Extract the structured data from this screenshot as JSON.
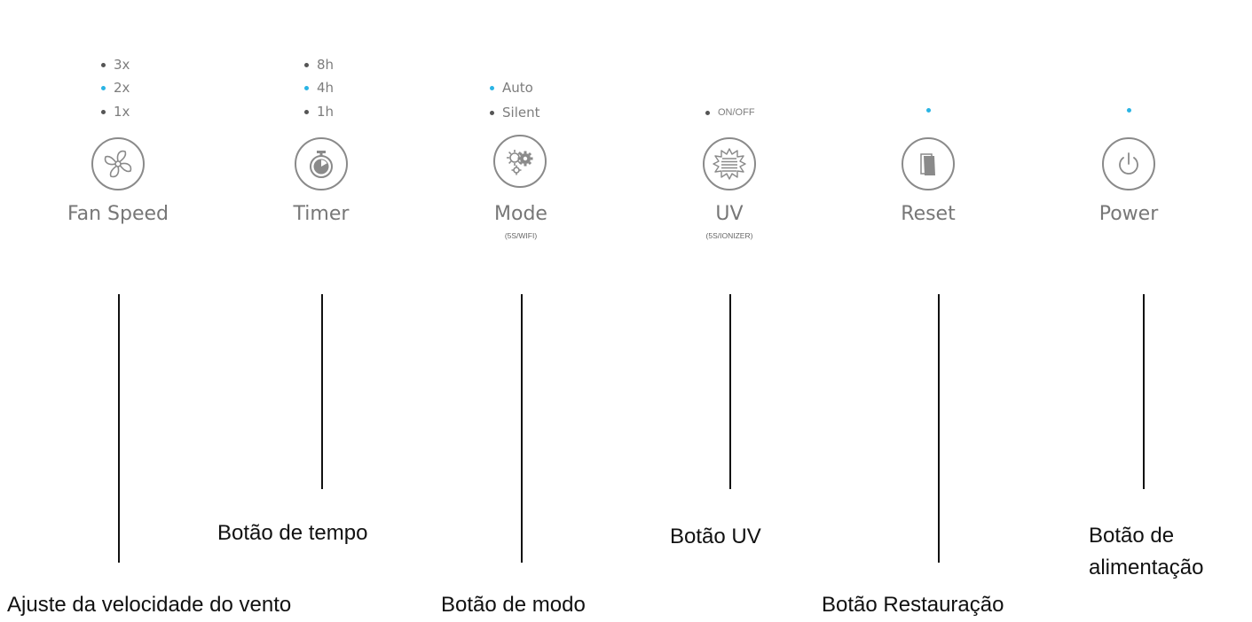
{
  "colors": {
    "active_indicator": "#2ab4e4",
    "inactive_indicator": "#555555",
    "button_outline": "#8a8a8a"
  },
  "fan_speed": {
    "label": "Fan Speed",
    "icon": "fan-icon",
    "indicators": [
      {
        "text": "3x",
        "active": false
      },
      {
        "text": "2x",
        "active": true
      },
      {
        "text": "1x",
        "active": false
      }
    ]
  },
  "timer": {
    "label": "Timer",
    "icon": "stopwatch-icon",
    "indicators": [
      {
        "text": "8h",
        "active": false
      },
      {
        "text": "4h",
        "active": true
      },
      {
        "text": "1h",
        "active": false
      }
    ]
  },
  "mode": {
    "label": "Mode",
    "sublabel": "(5S/WIFI)",
    "icon": "gears-icon",
    "indicators": [
      {
        "text": "Auto",
        "active": true
      },
      {
        "text": "Silent",
        "active": false
      }
    ]
  },
  "uv": {
    "label": "UV",
    "sublabel": "(5S/IONIZER)",
    "icon": "uv-lamp-icon",
    "indicators": [
      {
        "text": "ON/OFF",
        "active": false
      }
    ]
  },
  "reset": {
    "label": "Reset",
    "icon": "filter-icon",
    "indicator_active": true
  },
  "power": {
    "label": "Power",
    "icon": "power-icon",
    "indicator_active": true
  },
  "callouts": {
    "fan_speed": "Ajuste da velocidade do vento",
    "timer": "Botão de tempo",
    "mode": "Botão de modo",
    "uv": "Botão UV",
    "reset": "Botão Restauração",
    "power_line1": "Botão de",
    "power_line2": "alimentação"
  }
}
